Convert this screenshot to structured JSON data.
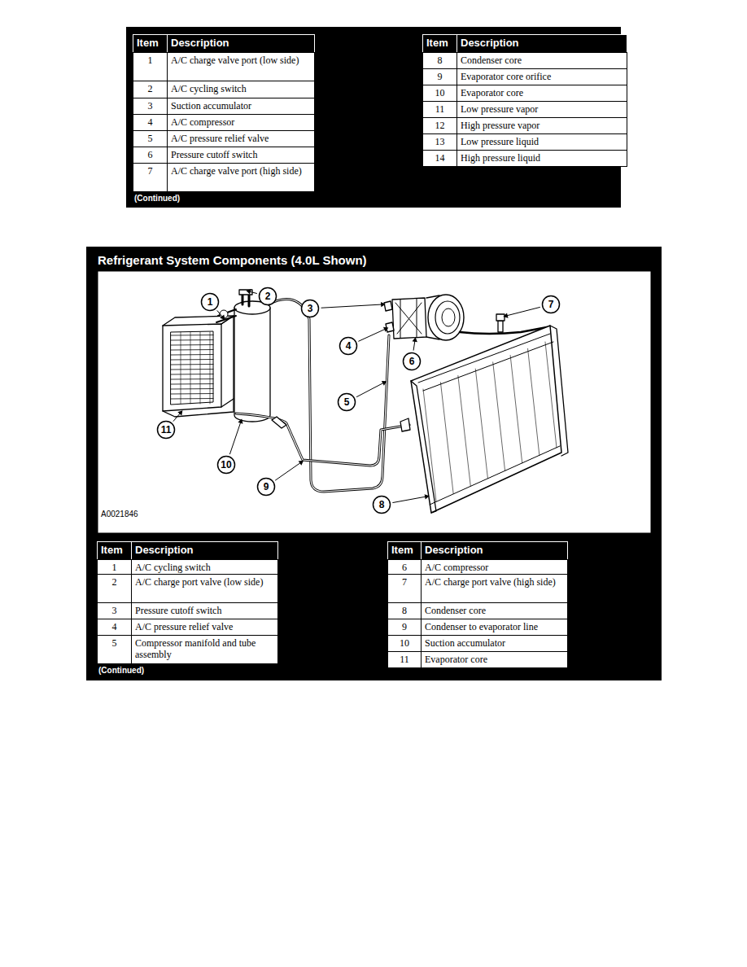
{
  "diagram": {
    "title": "Refrigerant System Components (4.0L Shown)",
    "nodes": [
      {
        "text": [
          "1"
        ]
      },
      {
        "text": [
          "2"
        ]
      },
      {
        "text": [
          "3"
        ]
      },
      {
        "text": [
          "4"
        ]
      },
      {
        "text": [
          "5"
        ]
      },
      {
        "text": [
          "6"
        ]
      },
      {
        "text": [
          "7"
        ]
      },
      {
        "text": [
          "8"
        ]
      },
      {
        "text": [
          "9"
        ]
      },
      {
        "text": [
          "10"
        ]
      },
      {
        "text": [
          "11"
        ]
      }
    ],
    "labels": [
      "Item",
      "Description",
      "1",
      "A/C charge valve port (low side)",
      "2",
      "A/C cycling switch",
      "3",
      "Suction accumulator",
      "4",
      "A/C compressor",
      "5",
      "A/C pressure relief valve",
      "6",
      "Pressure cutoff switch",
      "7",
      "A/C charge valve port (high side)",
      "(Continued)",
      "Item",
      "Description",
      "8",
      "Condenser core",
      "9",
      "Evaporator core orifice",
      "10",
      "Evaporator core",
      "11",
      "Low pressure vapor",
      "12",
      "High pressure vapor",
      "13",
      "Low pressure liquid",
      "14",
      "High pressure liquid",
      "A0021846",
      "Item",
      "Description",
      "1",
      "A/C cycling switch",
      "2",
      "A/C charge port valve (low side)",
      "3",
      "Pressure cutoff switch",
      "4",
      "A/C pressure relief valve",
      "5",
      "Compressor manifold and tube assembly",
      "(Continued)",
      "Item",
      "Description",
      "6",
      "A/C compressor",
      "7",
      "A/C charge port valve (high side)",
      "8",
      "Condenser core",
      "9",
      "Condenser to evaporator line",
      "10",
      "Suction accumulator",
      "11",
      "Evaporator core"
    ]
  }
}
